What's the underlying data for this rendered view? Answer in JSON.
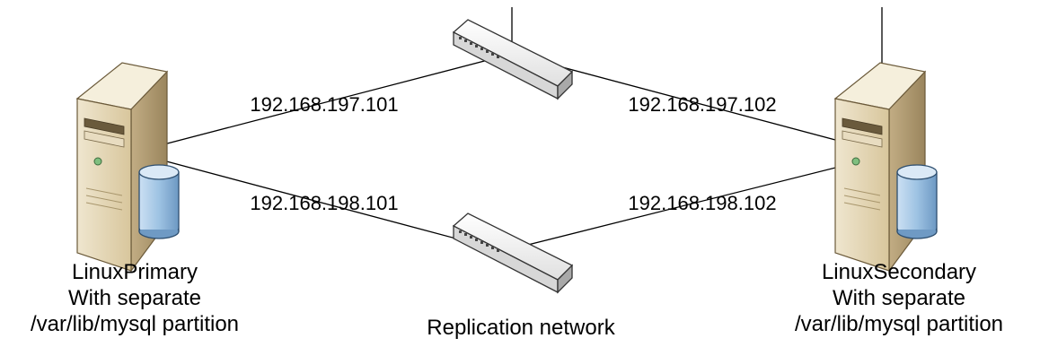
{
  "servers": {
    "primary": {
      "name": "LinuxPrimary",
      "line2": "With separate",
      "line3": "/var/lib/mysql partition",
      "ip_public": "192.168.197.101",
      "ip_replication": "192.168.198.101",
      "icon": "server-tower-with-database-icon"
    },
    "secondary": {
      "name": "LinuxSecondary",
      "line2": "With separate",
      "line3": "/var/lib/mysql partition",
      "ip_public": "192.168.197.102",
      "ip_replication": "192.168.198.102",
      "icon": "server-tower-with-database-icon"
    }
  },
  "switches": {
    "top": {
      "icon": "network-switch-icon"
    },
    "bottom": {
      "icon": "network-switch-icon",
      "caption": "Replication network"
    }
  },
  "colors": {
    "server_body": "#e2d4b0",
    "server_side": "#b7a27a",
    "database": "#9ec3e3",
    "switch_body": "#f2f2f2",
    "line": "#000000"
  }
}
